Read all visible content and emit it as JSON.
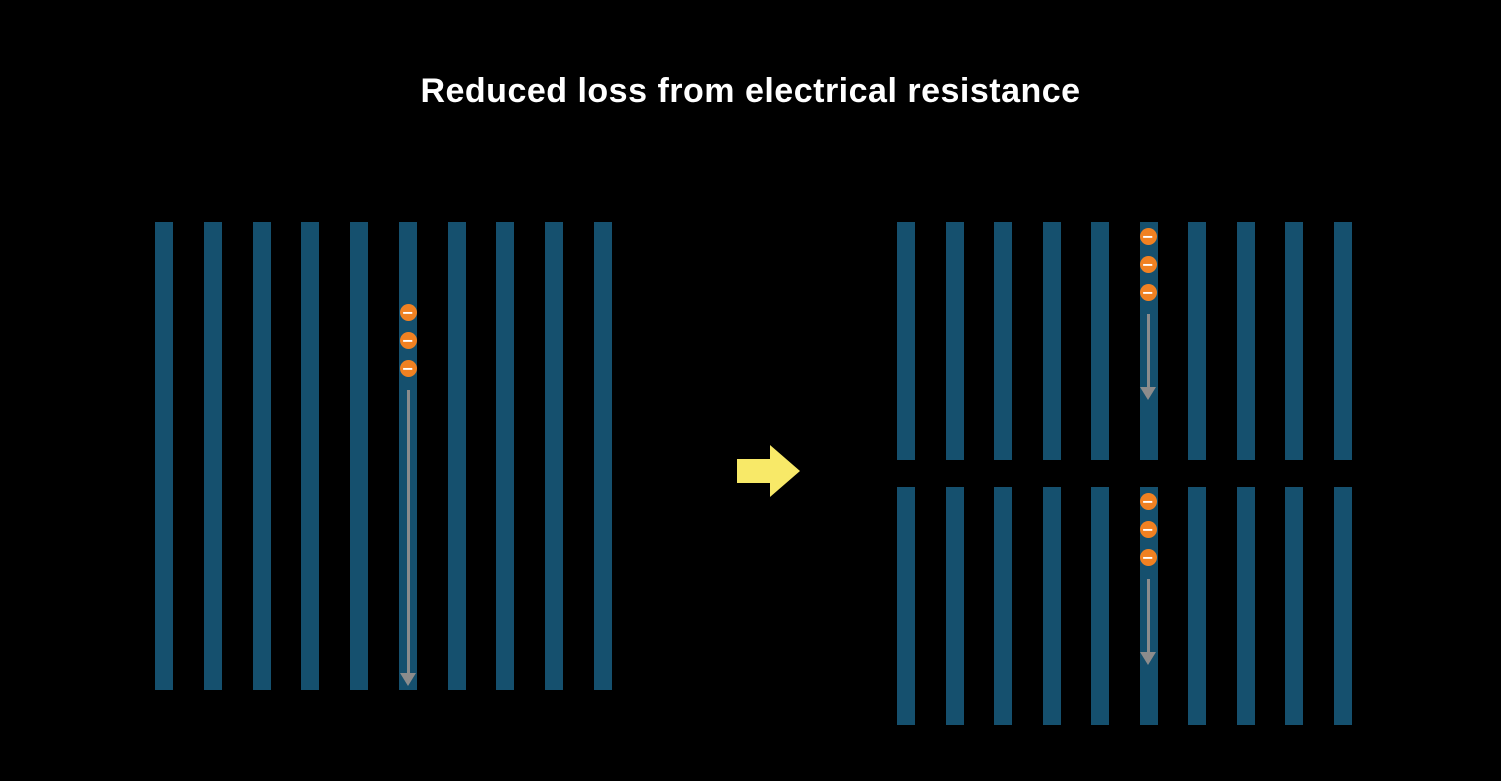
{
  "title": "Reduced loss from electrical resistance",
  "colors": {
    "background": "#000000",
    "bar": "#15506e",
    "electron": "#f08122",
    "electron_symbol": "#ffffff",
    "flow_arrow": "#8c8c8c",
    "transition_arrow": "#f8e968",
    "title_text": "#ffffff"
  },
  "diagram": {
    "electron_symbol": "−",
    "left_cell": {
      "name": "full-cell",
      "bar_count": 10,
      "electron_count": 3,
      "flow": "long-down-arrow"
    },
    "right_cell_top": {
      "name": "half-cell-top",
      "bar_count": 10,
      "electron_count": 3,
      "flow": "short-down-arrow"
    },
    "right_cell_bottom": {
      "name": "half-cell-bottom",
      "bar_count": 10,
      "electron_count": 3,
      "flow": "short-down-arrow"
    }
  }
}
